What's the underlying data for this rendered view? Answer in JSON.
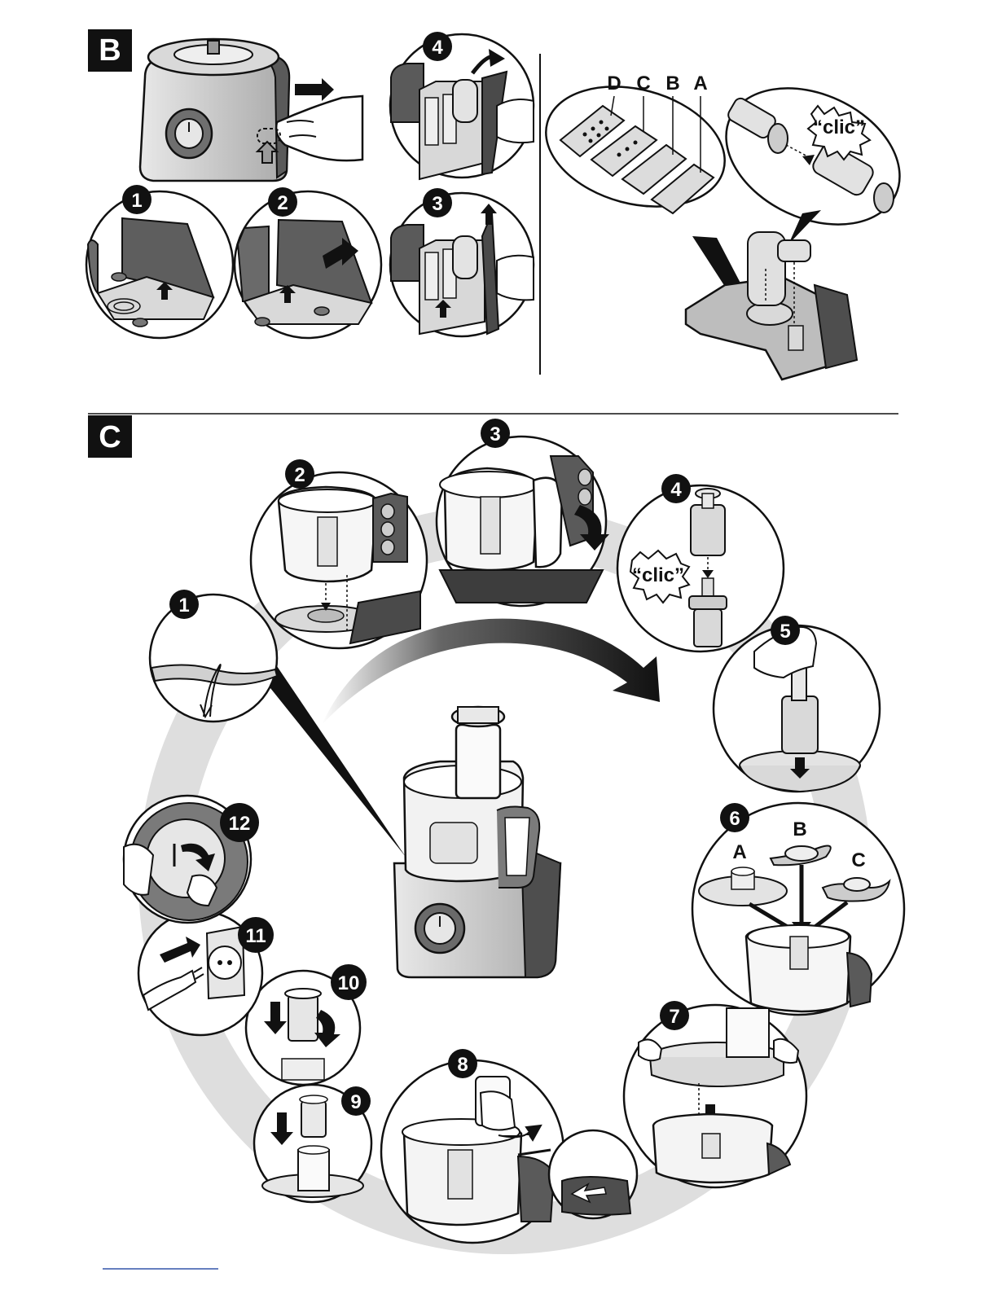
{
  "colors": {
    "ink": "#111111",
    "body_gray": "#bfbfbf",
    "dark_gray": "#4a4a4a",
    "shadow_gray": "#d6d6d6",
    "paper": "#ffffff"
  },
  "section_b": {
    "label": "B",
    "steps": [
      "1",
      "2",
      "3",
      "4"
    ],
    "disc_letters": [
      "D",
      "C",
      "B",
      "A"
    ],
    "sound": "“clic”"
  },
  "section_c": {
    "label": "C",
    "steps": [
      "1",
      "2",
      "3",
      "4",
      "5",
      "6",
      "7",
      "8",
      "9",
      "10",
      "11",
      "12"
    ],
    "sound": "“clic”",
    "tool_letters": [
      "A",
      "B",
      "C"
    ]
  }
}
